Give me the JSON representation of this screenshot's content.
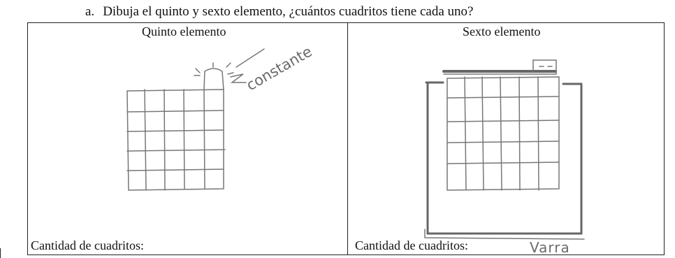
{
  "question": {
    "letter": "a.",
    "text": "Dibuja el quinto y sexto elemento, ¿cuántos cuadritos tiene cada uno?"
  },
  "cells": [
    {
      "title": "Quinto elemento",
      "footer": "Cantidad de cuadritos:",
      "annotation": "constante"
    },
    {
      "title": "Sexto elemento",
      "footer": "Cantidad de cuadritos:",
      "annotation": "Varra"
    }
  ],
  "colors": {
    "ink": "#111111",
    "pencil": "#6b6b6b",
    "border": "#222222"
  }
}
